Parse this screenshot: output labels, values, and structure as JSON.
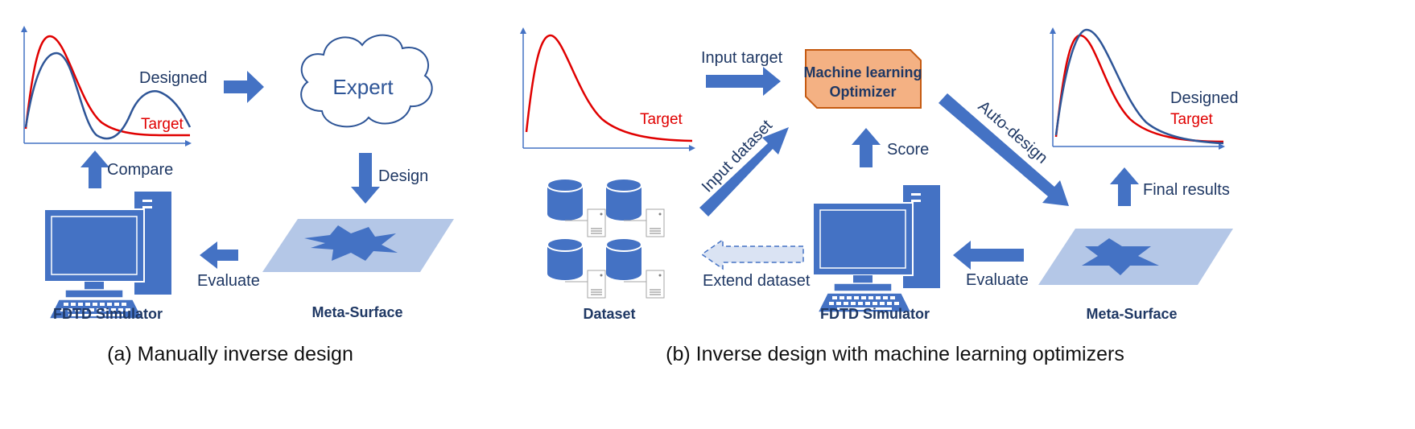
{
  "colors": {
    "arrow": "#4472c4",
    "navy_text": "#1f3864",
    "target_curve": "#e00000",
    "designed_curve": "#2e5597",
    "optimizer_fill": "#f4b183",
    "optimizer_stroke": "#c55a11",
    "surface_fill": "#b4c7e7"
  },
  "panel_a": {
    "curve_designed_label": "Designed",
    "curve_target_label": "Target",
    "expert_label": "Expert",
    "compare_label": "Compare",
    "design_label": "Design",
    "evaluate_label": "Evaluate",
    "simulator_label": "FDTD Simulator",
    "surface_label": "Meta-Surface",
    "caption": "(a) Manually inverse design"
  },
  "panel_b": {
    "target_label": "Target",
    "input_target_label": "Input target",
    "optimizer_line1": "Machine learning",
    "optimizer_line2": "Optimizer",
    "input_dataset_label": "Input dataset",
    "score_label": "Score",
    "auto_design_label": "Auto-design",
    "designed_label": "Designed",
    "target_label_2": "Target",
    "final_results_label": "Final results",
    "dataset_label": "Dataset",
    "extend_dataset_label": "Extend dataset",
    "evaluate_label": "Evaluate",
    "simulator_label": "FDTD Simulator",
    "surface_label": "Meta-Surface",
    "caption": "(b) Inverse design with machine learning optimizers"
  }
}
